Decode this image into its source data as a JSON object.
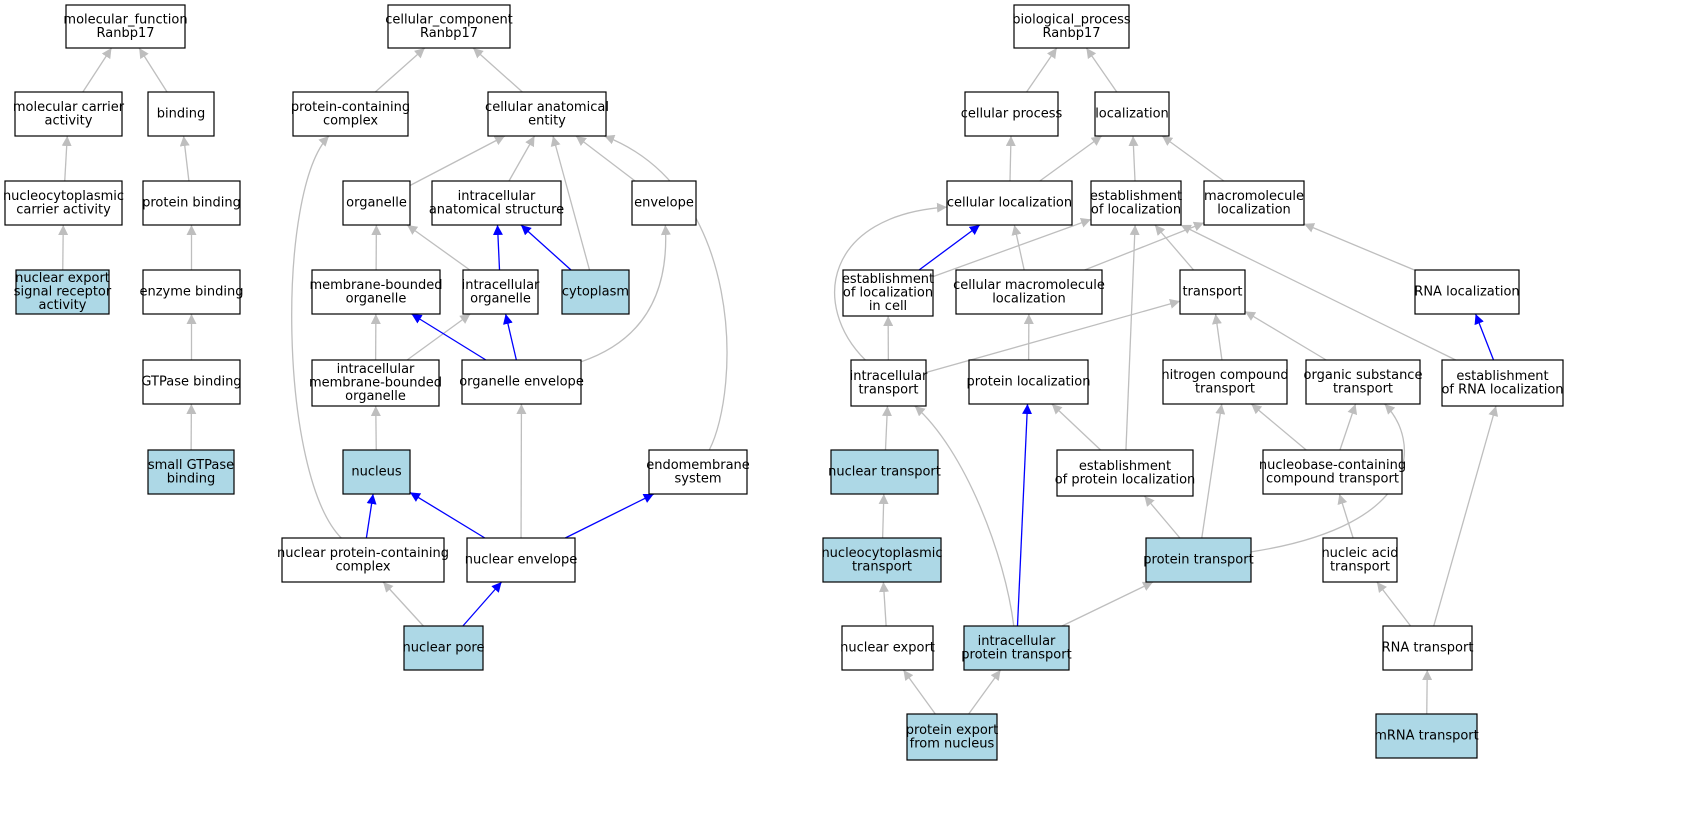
{
  "colors": {
    "edge_default": "#bebebe",
    "edge_highlight": "#0000ff",
    "node_highlight_fill": "#add8e6",
    "node_default_fill": "#ffffff",
    "node_border": "#000000"
  },
  "nodes": [
    {
      "id": "mf_root",
      "lines": [
        "molecular_function",
        "Ranbp17"
      ],
      "highlight": false
    },
    {
      "id": "mol_carrier",
      "lines": [
        "molecular carrier",
        "activity"
      ],
      "highlight": false
    },
    {
      "id": "binding",
      "lines": [
        "binding"
      ],
      "highlight": false
    },
    {
      "id": "nc_carrier",
      "lines": [
        "nucleocytoplasmic",
        "carrier activity"
      ],
      "highlight": false
    },
    {
      "id": "protein_binding",
      "lines": [
        "protein binding"
      ],
      "highlight": false
    },
    {
      "id": "nes_receptor",
      "lines": [
        "nuclear export",
        "signal receptor",
        "activity"
      ],
      "highlight": true
    },
    {
      "id": "enzyme_binding",
      "lines": [
        "enzyme binding"
      ],
      "highlight": false
    },
    {
      "id": "gtpase_binding",
      "lines": [
        "GTPase binding"
      ],
      "highlight": false
    },
    {
      "id": "small_gtpase",
      "lines": [
        "small GTPase",
        "binding"
      ],
      "highlight": true
    },
    {
      "id": "cc_root",
      "lines": [
        "cellular_component",
        "Ranbp17"
      ],
      "highlight": false
    },
    {
      "id": "pcc",
      "lines": [
        "protein-containing",
        "complex"
      ],
      "highlight": false
    },
    {
      "id": "cae",
      "lines": [
        "cellular anatomical",
        "entity"
      ],
      "highlight": false
    },
    {
      "id": "organelle",
      "lines": [
        "organelle"
      ],
      "highlight": false
    },
    {
      "id": "ias",
      "lines": [
        "intracellular",
        "anatomical structure"
      ],
      "highlight": false
    },
    {
      "id": "envelope",
      "lines": [
        "envelope"
      ],
      "highlight": false
    },
    {
      "id": "mbo",
      "lines": [
        "membrane-bounded",
        "organelle"
      ],
      "highlight": false
    },
    {
      "id": "io",
      "lines": [
        "intracellular",
        "organelle"
      ],
      "highlight": false
    },
    {
      "id": "cytoplasm",
      "lines": [
        "cytoplasm"
      ],
      "highlight": true
    },
    {
      "id": "imbo",
      "lines": [
        "intracellular",
        "membrane-bounded",
        "organelle"
      ],
      "highlight": false
    },
    {
      "id": "org_env",
      "lines": [
        "organelle envelope"
      ],
      "highlight": false
    },
    {
      "id": "nucleus",
      "lines": [
        "nucleus"
      ],
      "highlight": true
    },
    {
      "id": "endomem",
      "lines": [
        "endomembrane",
        "system"
      ],
      "highlight": false
    },
    {
      "id": "npcc",
      "lines": [
        "nuclear protein-containing",
        "complex"
      ],
      "highlight": false
    },
    {
      "id": "nuc_env",
      "lines": [
        "nuclear envelope"
      ],
      "highlight": false
    },
    {
      "id": "nuc_pore",
      "lines": [
        "nuclear pore"
      ],
      "highlight": true
    },
    {
      "id": "bp_root",
      "lines": [
        "biological_process",
        "Ranbp17"
      ],
      "highlight": false
    },
    {
      "id": "cell_proc",
      "lines": [
        "cellular process"
      ],
      "highlight": false
    },
    {
      "id": "localization",
      "lines": [
        "localization"
      ],
      "highlight": false
    },
    {
      "id": "cell_loc",
      "lines": [
        "cellular localization"
      ],
      "highlight": false
    },
    {
      "id": "est_loc",
      "lines": [
        "establishment",
        "of localization"
      ],
      "highlight": false
    },
    {
      "id": "macro_loc",
      "lines": [
        "macromolecule",
        "localization"
      ],
      "highlight": false
    },
    {
      "id": "est_loc_cell",
      "lines": [
        "establishment",
        "of localization",
        "in cell"
      ],
      "highlight": false
    },
    {
      "id": "cell_macro_loc",
      "lines": [
        "cellular macromolecule",
        "localization"
      ],
      "highlight": false
    },
    {
      "id": "transport",
      "lines": [
        "transport"
      ],
      "highlight": false
    },
    {
      "id": "rna_loc",
      "lines": [
        "RNA localization"
      ],
      "highlight": false
    },
    {
      "id": "ic_transport",
      "lines": [
        "intracellular",
        "transport"
      ],
      "highlight": false
    },
    {
      "id": "prot_loc",
      "lines": [
        "protein localization"
      ],
      "highlight": false
    },
    {
      "id": "nitro_transport",
      "lines": [
        "nitrogen compound",
        "transport"
      ],
      "highlight": false
    },
    {
      "id": "org_sub_transport",
      "lines": [
        "organic substance",
        "transport"
      ],
      "highlight": false
    },
    {
      "id": "est_rna_loc",
      "lines": [
        "establishment",
        "of RNA localization"
      ],
      "highlight": false
    },
    {
      "id": "nuc_transport",
      "lines": [
        "nuclear transport"
      ],
      "highlight": true
    },
    {
      "id": "est_prot_loc",
      "lines": [
        "establishment",
        "of protein localization"
      ],
      "highlight": false
    },
    {
      "id": "nucleobase_transport",
      "lines": [
        "nucleobase-containing",
        "compound transport"
      ],
      "highlight": false
    },
    {
      "id": "nc_transport",
      "lines": [
        "nucleocytoplasmic",
        "transport"
      ],
      "highlight": true
    },
    {
      "id": "prot_transport",
      "lines": [
        "protein transport"
      ],
      "highlight": true
    },
    {
      "id": "na_transport",
      "lines": [
        "nucleic acid",
        "transport"
      ],
      "highlight": false
    },
    {
      "id": "nuc_export",
      "lines": [
        "nuclear export"
      ],
      "highlight": false
    },
    {
      "id": "ic_prot_transport",
      "lines": [
        "intracellular",
        "protein transport"
      ],
      "highlight": true
    },
    {
      "id": "rna_transport",
      "lines": [
        "RNA transport"
      ],
      "highlight": false
    },
    {
      "id": "prot_export",
      "lines": [
        "protein export",
        "from nucleus"
      ],
      "highlight": true
    },
    {
      "id": "mrna_transport",
      "lines": [
        "mRNA transport"
      ],
      "highlight": true
    }
  ],
  "edges": [
    {
      "from": "mol_carrier",
      "to": "mf_root",
      "highlight": false
    },
    {
      "from": "binding",
      "to": "mf_root",
      "highlight": false
    },
    {
      "from": "nc_carrier",
      "to": "mol_carrier",
      "highlight": false
    },
    {
      "from": "protein_binding",
      "to": "binding",
      "highlight": false
    },
    {
      "from": "nes_receptor",
      "to": "nc_carrier",
      "highlight": false
    },
    {
      "from": "enzyme_binding",
      "to": "protein_binding",
      "highlight": false
    },
    {
      "from": "gtpase_binding",
      "to": "enzyme_binding",
      "highlight": false
    },
    {
      "from": "small_gtpase",
      "to": "gtpase_binding",
      "highlight": false
    },
    {
      "from": "pcc",
      "to": "cc_root",
      "highlight": false
    },
    {
      "from": "cae",
      "to": "cc_root",
      "highlight": false
    },
    {
      "from": "organelle",
      "to": "cae",
      "highlight": false
    },
    {
      "from": "ias",
      "to": "cae",
      "highlight": false
    },
    {
      "from": "envelope",
      "to": "cae",
      "highlight": false
    },
    {
      "from": "cytoplasm",
      "to": "cae",
      "highlight": false
    },
    {
      "from": "endomem",
      "to": "cae",
      "highlight": false
    },
    {
      "from": "mbo",
      "to": "organelle",
      "highlight": false
    },
    {
      "from": "io",
      "to": "organelle",
      "highlight": false
    },
    {
      "from": "io",
      "to": "ias",
      "highlight": true
    },
    {
      "from": "cytoplasm",
      "to": "ias",
      "highlight": true
    },
    {
      "from": "imbo",
      "to": "mbo",
      "highlight": false
    },
    {
      "from": "imbo",
      "to": "io",
      "highlight": false
    },
    {
      "from": "org_env",
      "to": "mbo",
      "highlight": true
    },
    {
      "from": "org_env",
      "to": "io",
      "highlight": true
    },
    {
      "from": "org_env",
      "to": "envelope",
      "highlight": false
    },
    {
      "from": "nucleus",
      "to": "imbo",
      "highlight": false
    },
    {
      "from": "npcc",
      "to": "nucleus",
      "highlight": true
    },
    {
      "from": "npcc",
      "to": "pcc",
      "highlight": false
    },
    {
      "from": "nuc_env",
      "to": "nucleus",
      "highlight": true
    },
    {
      "from": "nuc_env",
      "to": "org_env",
      "highlight": false
    },
    {
      "from": "nuc_env",
      "to": "endomem",
      "highlight": true
    },
    {
      "from": "nuc_pore",
      "to": "npcc",
      "highlight": false
    },
    {
      "from": "nuc_pore",
      "to": "nuc_env",
      "highlight": true
    },
    {
      "from": "cell_proc",
      "to": "bp_root",
      "highlight": false
    },
    {
      "from": "localization",
      "to": "bp_root",
      "highlight": false
    },
    {
      "from": "cell_loc",
      "to": "cell_proc",
      "highlight": false
    },
    {
      "from": "cell_loc",
      "to": "localization",
      "highlight": false
    },
    {
      "from": "est_loc",
      "to": "localization",
      "highlight": false
    },
    {
      "from": "macro_loc",
      "to": "localization",
      "highlight": false
    },
    {
      "from": "est_loc_cell",
      "to": "cell_loc",
      "highlight": true
    },
    {
      "from": "est_loc_cell",
      "to": "est_loc",
      "highlight": false
    },
    {
      "from": "cell_macro_loc",
      "to": "cell_loc",
      "highlight": false
    },
    {
      "from": "cell_macro_loc",
      "to": "macro_loc",
      "highlight": false
    },
    {
      "from": "transport",
      "to": "est_loc",
      "highlight": false
    },
    {
      "from": "rna_loc",
      "to": "macro_loc",
      "highlight": false
    },
    {
      "from": "ic_transport",
      "to": "cell_loc",
      "highlight": false
    },
    {
      "from": "ic_transport",
      "to": "est_loc_cell",
      "highlight": false
    },
    {
      "from": "ic_transport",
      "to": "transport",
      "highlight": false
    },
    {
      "from": "prot_loc",
      "to": "cell_macro_loc",
      "highlight": false
    },
    {
      "from": "nitro_transport",
      "to": "transport",
      "highlight": false
    },
    {
      "from": "org_sub_transport",
      "to": "transport",
      "highlight": false
    },
    {
      "from": "est_rna_loc",
      "to": "est_loc",
      "highlight": false
    },
    {
      "from": "est_rna_loc",
      "to": "rna_loc",
      "highlight": true
    },
    {
      "from": "nuc_transport",
      "to": "ic_transport",
      "highlight": false
    },
    {
      "from": "est_prot_loc",
      "to": "prot_loc",
      "highlight": false
    },
    {
      "from": "est_prot_loc",
      "to": "est_loc",
      "highlight": false
    },
    {
      "from": "nucleobase_transport",
      "to": "nitro_transport",
      "highlight": false
    },
    {
      "from": "nucleobase_transport",
      "to": "org_sub_transport",
      "highlight": false
    },
    {
      "from": "nc_transport",
      "to": "nuc_transport",
      "highlight": false
    },
    {
      "from": "prot_transport",
      "to": "est_prot_loc",
      "highlight": false
    },
    {
      "from": "prot_transport",
      "to": "nitro_transport",
      "highlight": false
    },
    {
      "from": "prot_transport",
      "to": "org_sub_transport",
      "highlight": false
    },
    {
      "from": "na_transport",
      "to": "nucleobase_transport",
      "highlight": false
    },
    {
      "from": "nuc_export",
      "to": "nc_transport",
      "highlight": false
    },
    {
      "from": "ic_prot_transport",
      "to": "ic_transport",
      "highlight": false
    },
    {
      "from": "ic_prot_transport",
      "to": "prot_loc",
      "highlight": true
    },
    {
      "from": "ic_prot_transport",
      "to": "prot_transport",
      "highlight": false
    },
    {
      "from": "rna_transport",
      "to": "na_transport",
      "highlight": false
    },
    {
      "from": "rna_transport",
      "to": "est_rna_loc",
      "highlight": false
    },
    {
      "from": "prot_export",
      "to": "nuc_export",
      "highlight": false
    },
    {
      "from": "prot_export",
      "to": "ic_prot_transport",
      "highlight": false
    },
    {
      "from": "mrna_transport",
      "to": "rna_transport",
      "highlight": false
    }
  ]
}
